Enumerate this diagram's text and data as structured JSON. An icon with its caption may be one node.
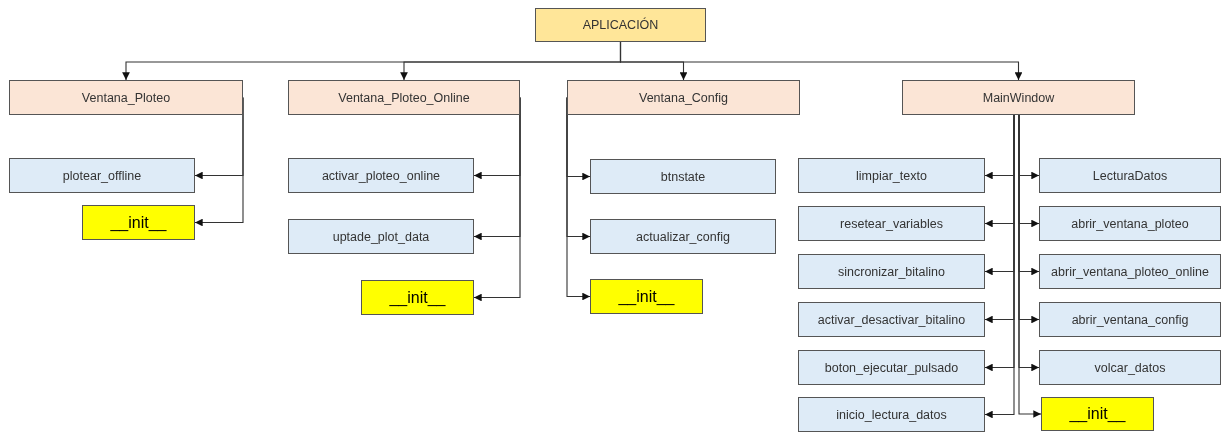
{
  "diagram": {
    "nodes": [
      {
        "text": [
          "APLICACIÓN"
        ]
      },
      {
        "text": [
          "Ventana_Ploteo"
        ]
      },
      {
        "text": [
          "Ventana_Ploteo_Online"
        ]
      },
      {
        "text": [
          "Ventana_Config"
        ]
      },
      {
        "text": [
          "MainWindow"
        ]
      },
      {
        "text": [
          "plotear_offline"
        ]
      },
      {
        "text": [
          "__init__"
        ]
      },
      {
        "text": [
          "activar_ploteo_online"
        ]
      },
      {
        "text": [
          "uptade_plot_data"
        ]
      },
      {
        "text": [
          "__init__"
        ]
      },
      {
        "text": [
          "btnstate"
        ]
      },
      {
        "text": [
          "actualizar_config"
        ]
      },
      {
        "text": [
          "__init__"
        ]
      },
      {
        "text": [
          "limpiar_texto"
        ]
      },
      {
        "text": [
          "LecturaDatos"
        ]
      },
      {
        "text": [
          "resetear_variables"
        ]
      },
      {
        "text": [
          "abrir_ventana_ploteo"
        ]
      },
      {
        "text": [
          "sincronizar_bitalino"
        ]
      },
      {
        "text": [
          "abrir_ventana_ploteo_online"
        ]
      },
      {
        "text": [
          "activar_desactivar_bitalino"
        ]
      },
      {
        "text": [
          "abrir_ventana_config"
        ]
      },
      {
        "text": [
          "boton_ejecutar_pulsado"
        ]
      },
      {
        "text": [
          "volcar_datos"
        ]
      },
      {
        "text": [
          "inicio_lectura_datos"
        ]
      },
      {
        "text": [
          "__init__"
        ]
      }
    ],
    "edges": [
      {
        "from": 0,
        "to": 1,
        "arrow": "to"
      },
      {
        "from": 0,
        "to": 2,
        "arrow": "to"
      },
      {
        "from": 0,
        "to": 3,
        "arrow": "to"
      },
      {
        "from": 0,
        "to": 4,
        "arrow": "to"
      },
      {
        "from": 1,
        "to": 5,
        "arrow": "to"
      },
      {
        "from": 1,
        "to": 6,
        "arrow": "to"
      },
      {
        "from": 2,
        "to": 7,
        "arrow": "to"
      },
      {
        "from": 2,
        "to": 8,
        "arrow": "to"
      },
      {
        "from": 2,
        "to": 9,
        "arrow": "to"
      },
      {
        "from": 3,
        "to": 10,
        "arrow": "to"
      },
      {
        "from": 3,
        "to": 11,
        "arrow": "to"
      },
      {
        "from": 3,
        "to": 12,
        "arrow": "to"
      },
      {
        "from": 4,
        "to": 13,
        "arrow": "to"
      },
      {
        "from": 4,
        "to": 14,
        "arrow": "to"
      },
      {
        "from": 4,
        "to": 15,
        "arrow": "to"
      },
      {
        "from": 4,
        "to": 16,
        "arrow": "to"
      },
      {
        "from": 4,
        "to": 17,
        "arrow": "to"
      },
      {
        "from": 4,
        "to": 18,
        "arrow": "to"
      },
      {
        "from": 4,
        "to": 19,
        "arrow": "to"
      },
      {
        "from": 4,
        "to": 20,
        "arrow": "to"
      },
      {
        "from": 4,
        "to": 21,
        "arrow": "to"
      },
      {
        "from": 4,
        "to": 22,
        "arrow": "to"
      },
      {
        "from": 4,
        "to": 23,
        "arrow": "to"
      },
      {
        "from": 4,
        "to": 24,
        "arrow": "to"
      }
    ]
  }
}
